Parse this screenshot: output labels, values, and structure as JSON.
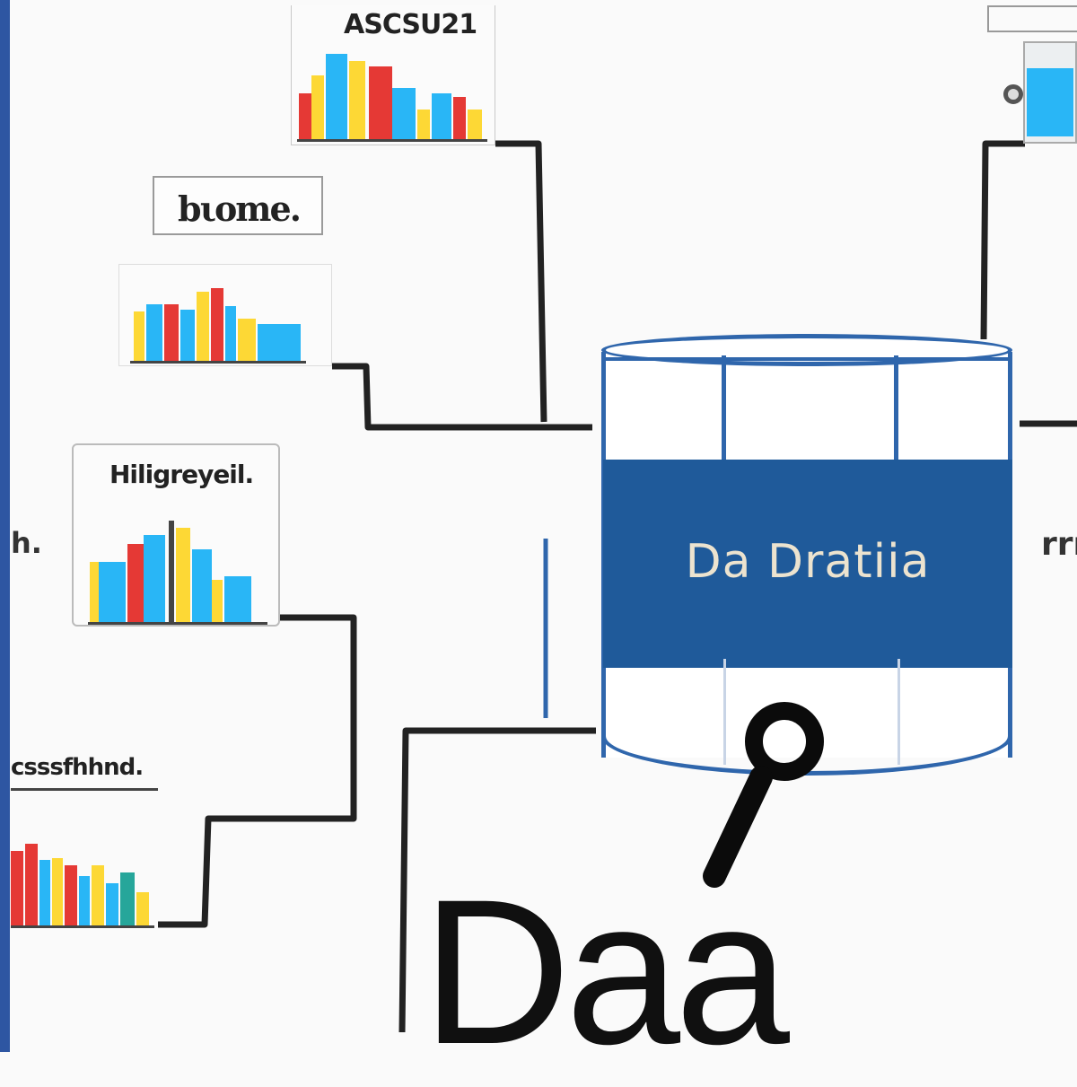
{
  "diagram": {
    "database_label": "Da Dratiia",
    "big_label": "Daa",
    "tag_label": "bιome.",
    "panels": [
      {
        "label": "ASCSU21",
        "bar_colors": [
          "#e53935",
          "#fdd835",
          "#29b6f6",
          "#fdd835",
          "#e53935",
          "#29b6f6",
          "#fdd835",
          "#29b6f6",
          "#e53935",
          "#fdd835"
        ]
      },
      {
        "label": "",
        "bar_colors": [
          "#fdd835",
          "#29b6f6",
          "#e53935",
          "#29b6f6",
          "#fdd835",
          "#e53935",
          "#29b6f6",
          "#fdd835",
          "#29b6f6"
        ]
      },
      {
        "label": "Hiligreyeil.",
        "bar_colors": [
          "#fdd835",
          "#29b6f6",
          "#e53935",
          "#29b6f6",
          "#fdd835",
          "#29b6f6",
          "#fdd835",
          "#29b6f6"
        ]
      },
      {
        "label": "csssfhhnd.",
        "bar_colors": [
          "#e53935",
          "#29b6f6",
          "#fdd835",
          "#e53935",
          "#29b6f6",
          "#fdd835",
          "#29b6f6",
          "#26a69a",
          "#fdd835"
        ]
      }
    ],
    "edge_fragments": [
      "h.",
      "rrı"
    ],
    "colors": {
      "database_blue": "#1f5a9a",
      "rim_blue": "#2f66ac",
      "left_strip": "#2e56a2"
    }
  }
}
